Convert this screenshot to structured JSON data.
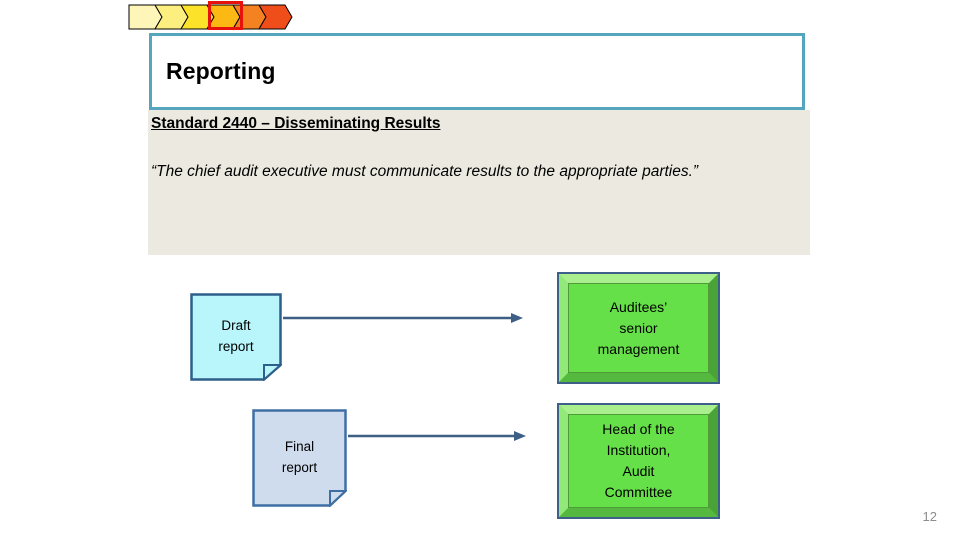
{
  "slide": {
    "page_number": "12",
    "title": "Reporting",
    "standard_heading": "Standard 2440 – Disseminating Results",
    "quote": "“The chief audit executive must communicate results to the appropriate parties.”"
  },
  "chevron_band": {
    "name": "progress-chevron-band",
    "segments": [
      {
        "label": "",
        "color": "#fdf6b8"
      },
      {
        "label": "",
        "color": "#fdef7f"
      },
      {
        "label": "",
        "color": "#fde22a"
      },
      {
        "label": "",
        "color": "#fcb813"
      },
      {
        "label": "",
        "color": "#f58220"
      },
      {
        "label": "",
        "color": "#ef4d1a"
      }
    ],
    "highlighted_index": 3,
    "highlight_color": "#e8120c"
  },
  "diagram": {
    "nodes": [
      {
        "id": "draft-report",
        "shape": "document",
        "lines": [
          "Draft",
          "report"
        ],
        "fill": "#b8f6fb",
        "border": "#2e5f8a"
      },
      {
        "id": "final-report",
        "shape": "document",
        "lines": [
          "Final",
          "report"
        ],
        "fill": "#cfdcee",
        "border": "#3e6ea3"
      },
      {
        "id": "auditees-senior-management",
        "shape": "beveled-frame",
        "lines": [
          "Auditees’",
          "senior",
          "management"
        ],
        "fill": "#66e049",
        "border": "#3e5f8a"
      },
      {
        "id": "head-institution-audit-committee",
        "shape": "beveled-frame",
        "lines": [
          "Head of the",
          "Institution,",
          "Audit",
          "Committee"
        ],
        "fill": "#66e049",
        "border": "#3e5f8a"
      }
    ],
    "edges": [
      {
        "id": "draft-to-auditees",
        "from": "draft-report",
        "to": "auditees-senior-management",
        "label": "",
        "color": "#3d5f85"
      },
      {
        "id": "final-to-head",
        "from": "final-report",
        "to": "head-institution-audit-committee",
        "label": "",
        "color": "#3d5f85"
      }
    ]
  },
  "colors": {
    "title_border": "#55a5bd",
    "content_background": "#eceae0",
    "arrow": "#3d5f85",
    "page_number": "#8c8c8c"
  }
}
